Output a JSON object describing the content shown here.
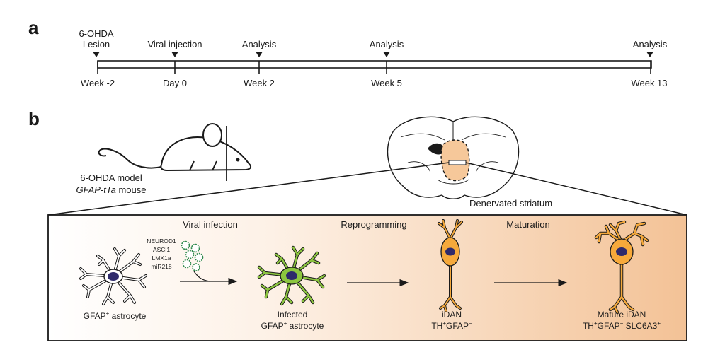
{
  "panel_a": {
    "letter": "a",
    "events": [
      {
        "line1": "6-OHDA",
        "line2": "Lesion"
      },
      {
        "line1": "Viral injection",
        "line2": ""
      },
      {
        "line1": "Analysis",
        "line2": ""
      },
      {
        "line1": "Analysis",
        "line2": ""
      },
      {
        "line1": "Analysis",
        "line2": ""
      }
    ],
    "ticks": [
      "Week -2",
      "Day 0",
      "Week 2",
      "Week 5",
      "Week 13"
    ]
  },
  "panel_b": {
    "letter": "b",
    "mouse_label_1": "6-OHDA model",
    "mouse_label_2_italic": "GFAP-tTa",
    "mouse_label_2_rest": " mouse",
    "brain_label": "Denervated striatum",
    "steps": [
      "Viral infection",
      "Reprogramming",
      "Maturation"
    ],
    "factors": [
      "NEUROD1",
      "ASCl1",
      "LMX1a",
      "miR218"
    ],
    "cells": {
      "astrocyte": {
        "pre": "GFAP",
        "sup": "+",
        "post": " astrocyte"
      },
      "infected": {
        "line1": "Infected",
        "pre": "GFAP",
        "sup": "+",
        "post": " astrocyte"
      },
      "idan": {
        "line1": "iDAN",
        "a": "TH",
        "a_sup": "+",
        "b": "GFAP",
        "b_sup": "−"
      },
      "mature": {
        "line1": "Mature iDAN",
        "a": "TH",
        "a_sup": "+",
        "b": "GFAP",
        "b_sup": "−",
        "c": " SLC6A3",
        "c_sup": "+"
      }
    },
    "colors": {
      "gradient_start": "#ffffff",
      "gradient_end": "#f3c296",
      "infected_green": "#8cc63f",
      "neuron_orange": "#f6a93b",
      "nucleus": "#2e2a6b",
      "striatum_fill": "#f6c89a"
    }
  }
}
